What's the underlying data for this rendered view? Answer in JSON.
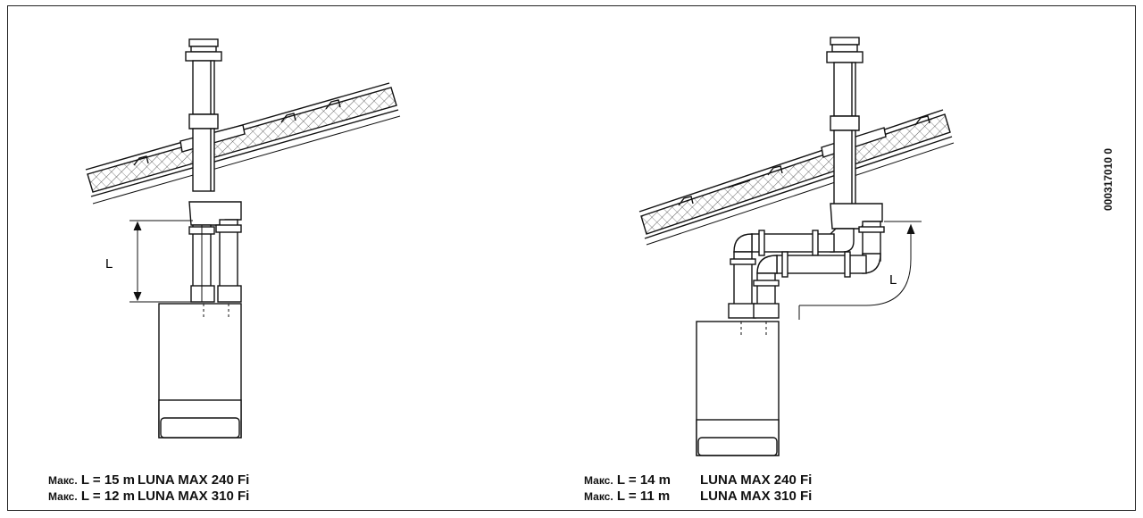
{
  "diagram_left": {
    "dimension_label": "L",
    "specs": [
      {
        "prefix": "Макс.",
        "limit": "L  = 15 m",
        "model": "LUNA MAX 240 Fi"
      },
      {
        "prefix": "Макс.",
        "limit": "L  = 12 m",
        "model": "LUNA MAX 310 Fi"
      }
    ]
  },
  "diagram_right": {
    "dimension_label": "L",
    "specs": [
      {
        "prefix": "Макс.",
        "limit": "L = 14 m",
        "model": "LUNA MAX 240 Fi"
      },
      {
        "prefix": "Макс.",
        "limit": "L = 11 m",
        "model": "LUNA MAX 310 Fi"
      }
    ]
  },
  "figure_code": "000317010 0"
}
